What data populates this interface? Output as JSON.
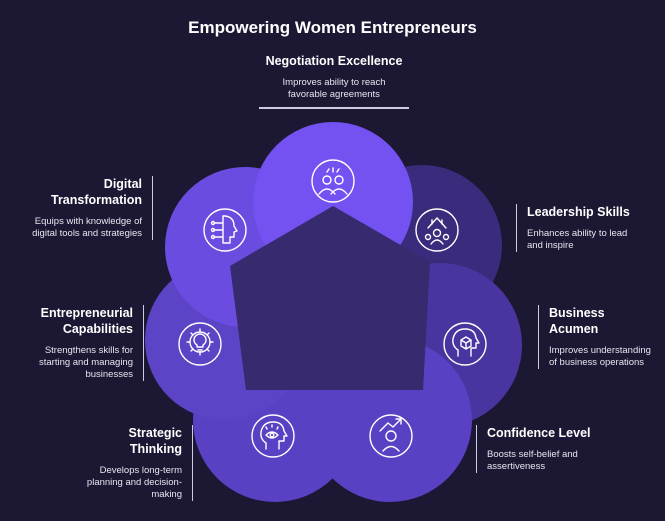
{
  "title": "Empowering Women Entrepreneurs",
  "colors": {
    "background": "#1c1733",
    "pentagon": "#372a6e",
    "text": "#ffffff"
  },
  "items": [
    {
      "heading": "Negotiation Excellence",
      "description": "Improves ability to reach favorable agreements",
      "icon": "negotiation-people-icon",
      "color": "#7452f2"
    },
    {
      "heading": "Leadership Skills",
      "description": "Enhances ability to lead and inspire",
      "icon": "leadership-group-icon",
      "color": "#3b2b7c"
    },
    {
      "heading": "Business Acumen",
      "description": "Improves understanding of business operations",
      "icon": "head-cube-icon",
      "color": "#4a35a0"
    },
    {
      "heading": "Confidence Level",
      "description": "Boosts self-belief and assertiveness",
      "icon": "person-growth-arrow-icon",
      "color": "#5a41c3"
    },
    {
      "heading": "Strategic Thinking",
      "description": "Develops long-term planning and decision-making",
      "icon": "head-eye-icon",
      "color": "#5a41c3"
    },
    {
      "heading": "Entrepreneurial Capabilities",
      "description": "Strengthens skills for starting and managing businesses",
      "icon": "gear-bulb-icon",
      "color": "#5d44c6"
    },
    {
      "heading": "Digital Transformation",
      "description": "Equips with knowledge of digital tools and strategies",
      "icon": "digital-head-icon",
      "color": "#6a4ce0"
    }
  ]
}
